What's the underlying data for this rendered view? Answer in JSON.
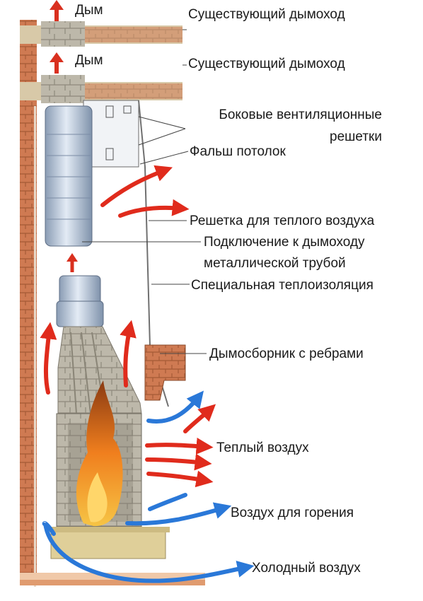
{
  "smoke_labels": [
    "Дым",
    "Дым"
  ],
  "callouts": {
    "chimney_top": "Существующий дымоход",
    "chimney_mid": "Существующий дымоход",
    "side_grilles": [
      "Боковые вентиляционные",
      "решетки"
    ],
    "false_ceiling": "Фальш потолок",
    "warm_grille": "Решетка для теплого воздуха",
    "connection": [
      "Подключение к дымоходу",
      "металлической трубой"
    ],
    "insulation": "Специальная теплоизоляция",
    "smoke_collector": "Дымосборник  с ребрами",
    "warm_air": "Теплый воздух",
    "combustion_air": "Воздух для горения",
    "cold_air": "Холодный воздух"
  },
  "colors": {
    "brick": "#c9704a",
    "brick_dark": "#9a4f2e",
    "stone": "#b9b4a6",
    "stone_dark": "#8d887b",
    "metal": "#9fb2c8",
    "metal_light": "#d6e0ee",
    "hot_air": "#e02b1c",
    "cold_air": "#2a78d8",
    "fire": "#f08a1c",
    "leader": "#444444"
  },
  "icons": [
    "up-arrow-icon",
    "hot-air-arrow-icon",
    "cold-air-arrow-icon",
    "flame-icon"
  ]
}
